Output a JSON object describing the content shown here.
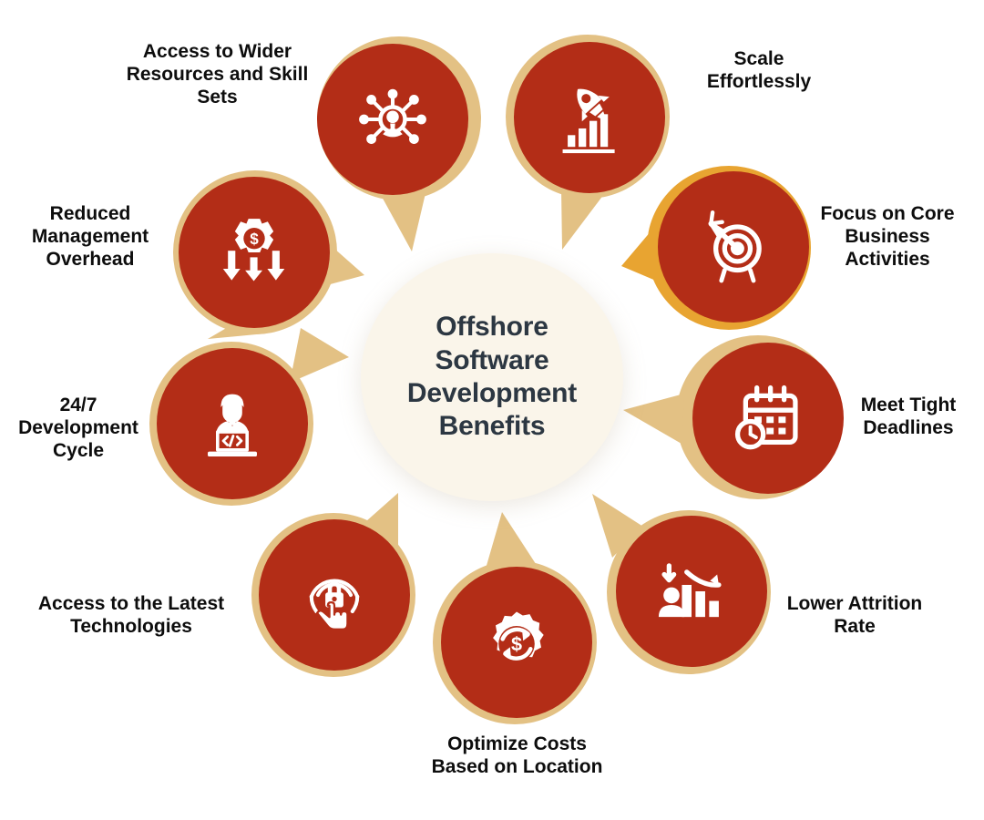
{
  "center": {
    "title": "Offshore Software Development Benefits",
    "background_color": "#faf5ea",
    "text_color": "#2c3742"
  },
  "theme": {
    "circle_color": "#b32d17",
    "bubble_color": "#e3c184",
    "bubble_accent_color": "#e8a431",
    "icon_color": "#ffffff",
    "label_color": "#0d0d0d",
    "page_background": "#ffffff"
  },
  "chart_data": {
    "type": "diagram",
    "title": "Offshore Software Development Benefits",
    "layout": "radial-circular",
    "count": 10,
    "categories": [
      "Access to Wider Resources and Skill Sets",
      "Scale Effortlessly",
      "Focus on Core Business Activities",
      "Meet Tight Deadlines",
      "Lower Attrition Rate",
      "Optimize Costs Based on Location",
      "Access to the Latest Technologies",
      "24/7 Development Cycle",
      "Reduced Management Overhead"
    ]
  },
  "nodes": [
    {
      "id": "wider-resources",
      "label": "Access to Wider\nResources and Skill\nSets",
      "icon": "network-people-icon"
    },
    {
      "id": "scale-effortlessly",
      "label": "Scale\nEffortlessly",
      "icon": "rocket-growth-chart-icon"
    },
    {
      "id": "focus-core-business",
      "label": "Focus on Core\nBusiness\nActivities",
      "icon": "target-arrow-icon"
    },
    {
      "id": "meet-tight-deadlines",
      "label": "Meet Tight\nDeadlines",
      "icon": "calendar-clock-icon"
    },
    {
      "id": "lower-attrition-rate",
      "label": "Lower Attrition\nRate",
      "icon": "declining-bar-chart-person-icon"
    },
    {
      "id": "optimize-costs",
      "label": "Optimize Costs\nBased on Location",
      "icon": "gear-dollar-cycle-icon"
    },
    {
      "id": "latest-technologies",
      "label": "Access to the Latest\nTechnologies",
      "icon": "touch-lock-wireless-icon"
    },
    {
      "id": "development-cycle",
      "label": "24/7\nDevelopment\nCycle",
      "icon": "developer-laptop-code-icon"
    },
    {
      "id": "reduced-management",
      "label": "Reduced\nManagement\nOverhead",
      "icon": "gear-dollar-down-arrows-icon"
    }
  ]
}
